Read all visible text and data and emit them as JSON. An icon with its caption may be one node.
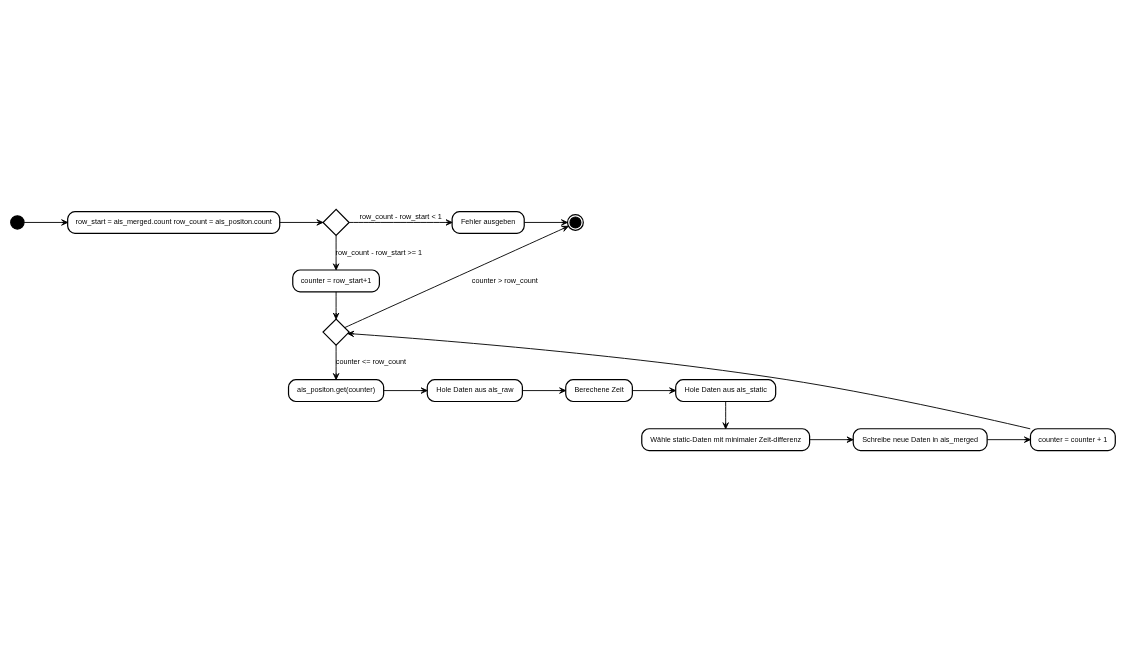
{
  "diagram": {
    "nodes": [
      {
        "text": [],
        "shape": "circle"
      },
      {
        "text": [
          "row_start = ais_merged.count row_count = ais_positon.count"
        ]
      },
      {
        "text": [],
        "shape": "diamond"
      },
      {
        "text": [
          "Fehler ausgeben"
        ]
      },
      {
        "text": [],
        "shape": "circle"
      },
      {
        "text": [
          "counter = row_start+1"
        ]
      },
      {
        "text": [],
        "shape": "diamond"
      },
      {
        "text": [
          "ais_positon.get(counter)"
        ]
      },
      {
        "text": [
          "Hole Daten aus ais_raw"
        ]
      },
      {
        "text": [
          "Berechene Zeit"
        ]
      },
      {
        "text": [
          "Hole Daten aus ais_static"
        ]
      },
      {
        "text": [
          "Wähle static-Daten mit minimaler Zeit-differenz"
        ]
      },
      {
        "text": [
          "Schreibe neue Daten in ais_merged"
        ]
      },
      {
        "text": [
          "counter = counter + 1"
        ]
      }
    ],
    "edges": [
      {
        "from": 0,
        "to": 1,
        "arrow": "to"
      },
      {
        "from": 1,
        "to": 2,
        "arrow": "to"
      },
      {
        "from": 2,
        "to": 3,
        "arrow": "to",
        "label": "row_count - row_start < 1"
      },
      {
        "from": 3,
        "to": 4,
        "arrow": "to"
      },
      {
        "from": 2,
        "to": 5,
        "arrow": "to",
        "label": "row_count - row_start >= 1"
      },
      {
        "from": 5,
        "to": 6,
        "arrow": "to"
      },
      {
        "from": 6,
        "to": 4,
        "arrow": "to",
        "label": "counter > row_count"
      },
      {
        "from": 6,
        "to": 7,
        "arrow": "to",
        "label": "counter <= row_count"
      },
      {
        "from": 7,
        "to": 8,
        "arrow": "to"
      },
      {
        "from": 8,
        "to": 9,
        "arrow": "to"
      },
      {
        "from": 9,
        "to": 10,
        "arrow": "to"
      },
      {
        "from": 10,
        "to": 11,
        "arrow": "to"
      },
      {
        "from": 11,
        "to": 12,
        "arrow": "to"
      },
      {
        "from": 12,
        "to": 13,
        "arrow": "to"
      },
      {
        "from": 13,
        "to": 6,
        "arrow": "to"
      }
    ]
  }
}
